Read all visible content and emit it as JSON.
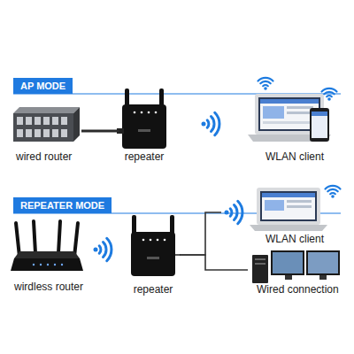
{
  "diagram": {
    "nodes": [
      {
        "text": [
          "AP MODE"
        ]
      },
      {
        "text": [
          "wired router"
        ]
      },
      {
        "text": [
          "repeater"
        ]
      },
      {
        "text": [
          "WLAN client"
        ]
      },
      {
        "text": [
          "REPEATER MODE"
        ]
      },
      {
        "text": [
          "wirdless router"
        ]
      },
      {
        "text": [
          "repeater"
        ]
      },
      {
        "text": [
          "WLAN client"
        ]
      },
      {
        "text": [
          "Wired connection"
        ]
      }
    ],
    "edges": [
      {
        "from": 1,
        "to": 2,
        "arrow": "none"
      },
      {
        "from": 6,
        "to": 7,
        "arrow": "none"
      },
      {
        "from": 6,
        "to": 8,
        "arrow": "none"
      }
    ]
  }
}
